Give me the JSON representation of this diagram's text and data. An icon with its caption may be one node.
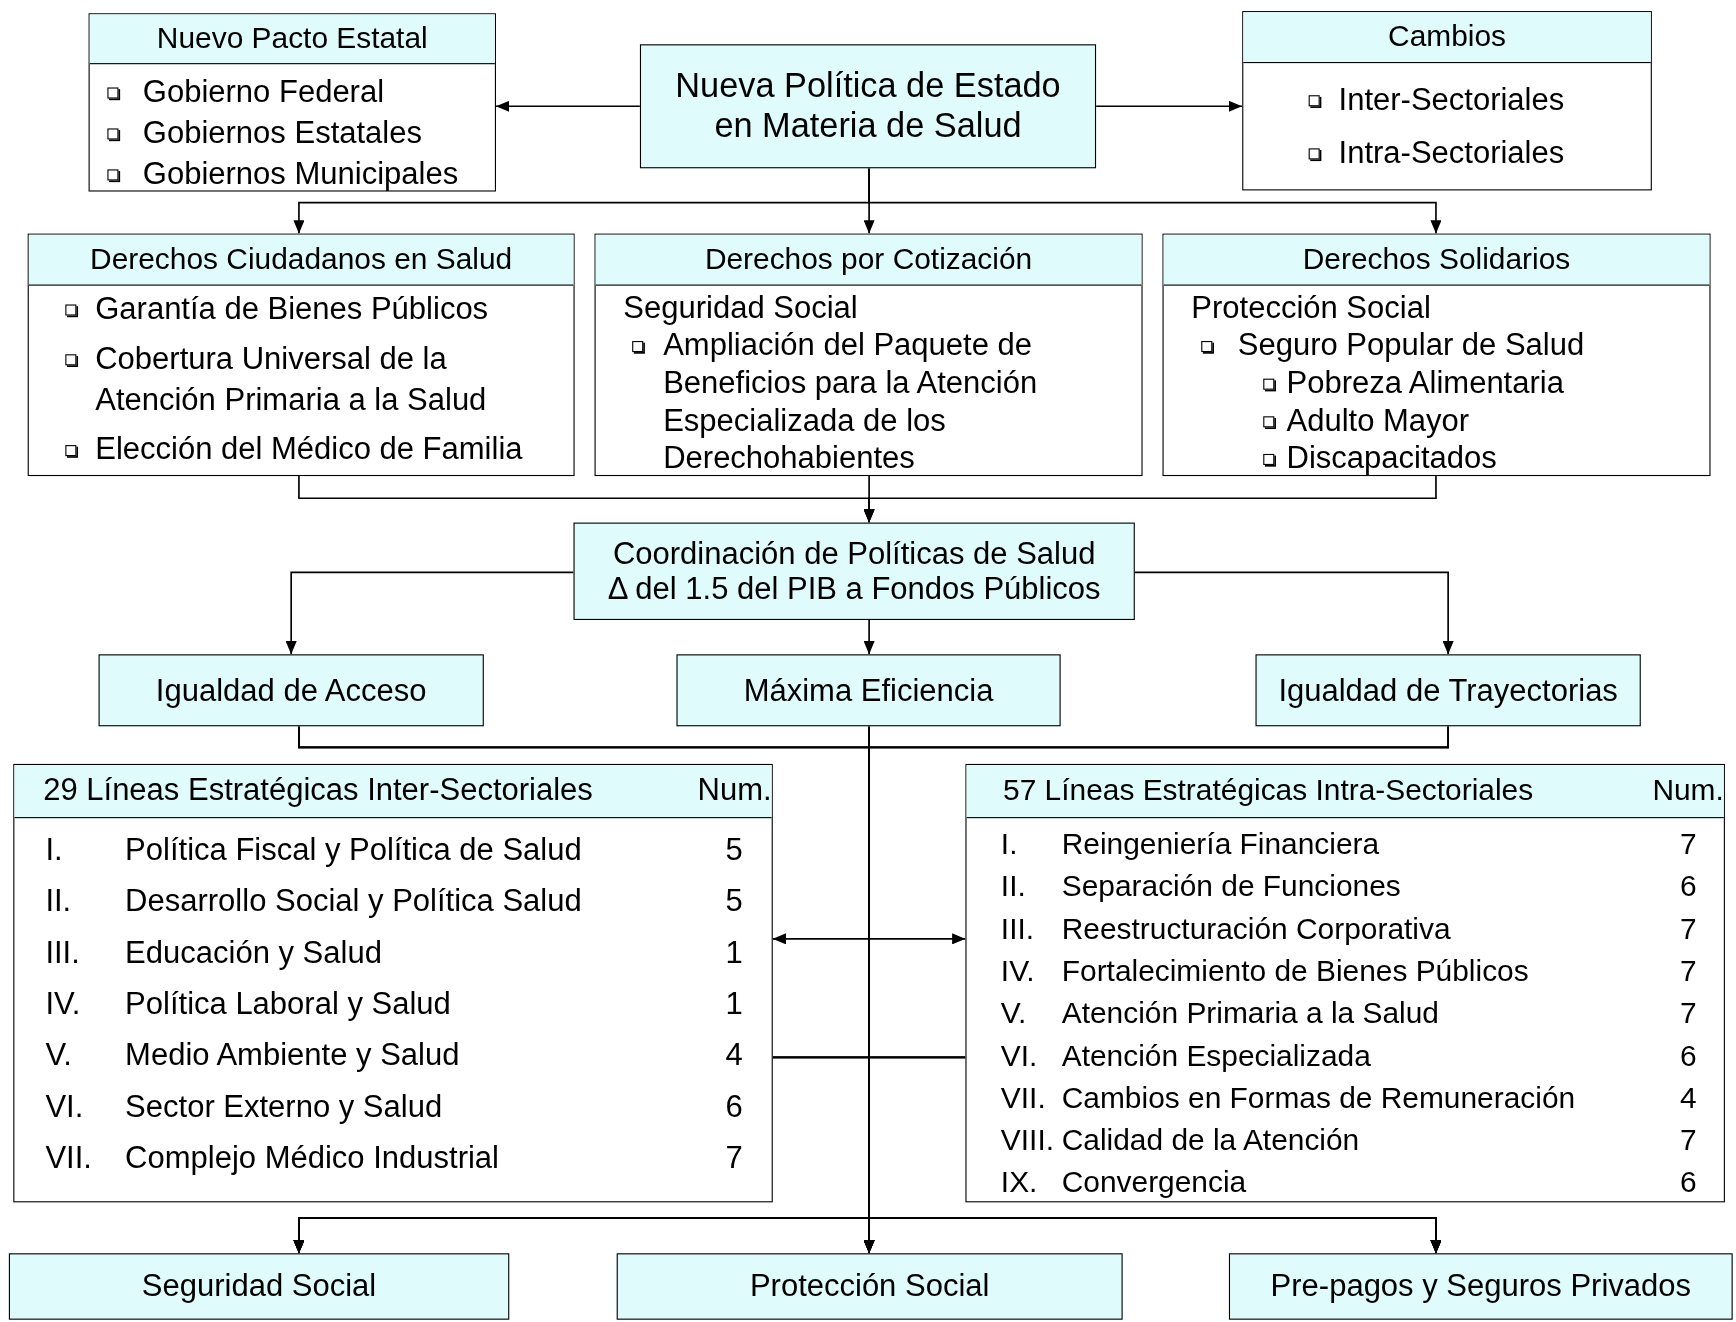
{
  "diagram": {
    "nodes": [
      {
        "text": [
          "Nuevo Pacto Estatal",
          "Gobierno Federal",
          "Gobiernos Estatales",
          "Gobiernos Municipales"
        ]
      },
      {
        "text": [
          "Nueva Política de Estado en Materia de Salud"
        ]
      },
      {
        "text": [
          "Cambios",
          "Inter-Sectoriales",
          "Intra-Sectoriales"
        ]
      },
      {
        "text": [
          "Derechos Ciudadanos en Salud",
          "Garantía de Bienes Públicos",
          "Cobertura Universal de la Atención Primaria a la Salud",
          "Elección del Médico de Familia"
        ]
      },
      {
        "text": [
          "Derechos por Cotización",
          "Seguridad Social",
          "Ampliación del Paquete de Beneficios para la Atención Especializada de los Derechohabientes"
        ]
      },
      {
        "text": [
          "Derechos Solidarios",
          "Protección Social",
          "Seguro Popular de Salud",
          "Pobreza Alimentaria",
          "Adulto Mayor",
          "Discapacitados"
        ]
      },
      {
        "text": [
          "Coordinación de Políticas de Salud",
          "Δ del 1.5 del PIB a Fondos Públicos"
        ]
      },
      {
        "text": [
          "Igualdad de Acceso"
        ]
      },
      {
        "text": [
          "Máxima Eficiencia"
        ]
      },
      {
        "text": [
          "Igualdad de Trayectorias"
        ]
      },
      {
        "text": [
          "29 Líneas Estratégicas Inter-Sectoriales",
          "Num.",
          "I.",
          "Política Fiscal y Política de Salud",
          "5",
          "II.",
          "Desarrollo Social y Política Salud",
          "5",
          "III.",
          "Educación y Salud",
          "1",
          "IV.",
          "Política Laboral y Salud",
          "1",
          "V.",
          "Medio Ambiente y Salud",
          "4",
          "VI.",
          "Sector Externo y Salud",
          "6",
          "VII.",
          "Complejo Médico Industrial",
          "7"
        ]
      },
      {
        "text": [
          "57 Líneas Estratégicas Intra-Sectoriales",
          "Num.",
          "I.",
          "Reingeniería Financiera",
          "7",
          "II.",
          "Separación de Funciones",
          "6",
          "III.",
          "Reestructuración Corporativa",
          "7",
          "IV.",
          "Fortalecimiento de Bienes Públicos",
          "7",
          "V.",
          "Atención Primaria a la Salud",
          "7",
          "VI.",
          "Atención Especializada",
          "6",
          "VII.",
          "Cambios en Formas de Remuneración",
          "4",
          "VIII.",
          "Calidad de la Atención",
          "7",
          "IX.",
          "Convergencia",
          "6"
        ]
      },
      {
        "text": [
          "Seguridad Social"
        ]
      },
      {
        "text": [
          "Protección Social"
        ]
      },
      {
        "text": [
          "Pre-pagos y Seguros Privados"
        ]
      }
    ],
    "edges": [
      {
        "from": 1,
        "to": 0,
        "arrow": "to"
      },
      {
        "from": 1,
        "to": 2,
        "arrow": "to"
      },
      {
        "from": 1,
        "to": 3,
        "arrow": "to"
      },
      {
        "from": 1,
        "to": 4,
        "arrow": "to"
      },
      {
        "from": 1,
        "to": 5,
        "arrow": "to"
      },
      {
        "from": 3,
        "to": 6,
        "arrow": "to"
      },
      {
        "from": 4,
        "to": 6,
        "arrow": "to"
      },
      {
        "from": 5,
        "to": 6,
        "arrow": "to"
      },
      {
        "from": 6,
        "to": 7,
        "arrow": "to"
      },
      {
        "from": 6,
        "to": 8,
        "arrow": "to"
      },
      {
        "from": 6,
        "to": 9,
        "arrow": "to"
      },
      {
        "from": 10,
        "to": 11,
        "arrow": "both"
      },
      {
        "from": 7,
        "to": 12,
        "arrow": "to"
      },
      {
        "from": 7,
        "to": 13,
        "arrow": "to"
      },
      {
        "from": 7,
        "to": 14,
        "arrow": "to"
      },
      {
        "from": 8,
        "to": 12,
        "arrow": "to"
      },
      {
        "from": 8,
        "to": 13,
        "arrow": "to"
      },
      {
        "from": 8,
        "to": 14,
        "arrow": "to"
      },
      {
        "from": 9,
        "to": 12,
        "arrow": "to"
      },
      {
        "from": 9,
        "to": 13,
        "arrow": "to"
      },
      {
        "from": 9,
        "to": 14,
        "arrow": "to"
      },
      {
        "from": 10,
        "to": 12,
        "arrow": "to"
      },
      {
        "from": 10,
        "to": 13,
        "arrow": "to"
      },
      {
        "from": 10,
        "to": 14,
        "arrow": "to"
      },
      {
        "from": 11,
        "to": 12,
        "arrow": "to"
      },
      {
        "from": 11,
        "to": 13,
        "arrow": "to"
      },
      {
        "from": 11,
        "to": 14,
        "arrow": "to"
      }
    ]
  }
}
